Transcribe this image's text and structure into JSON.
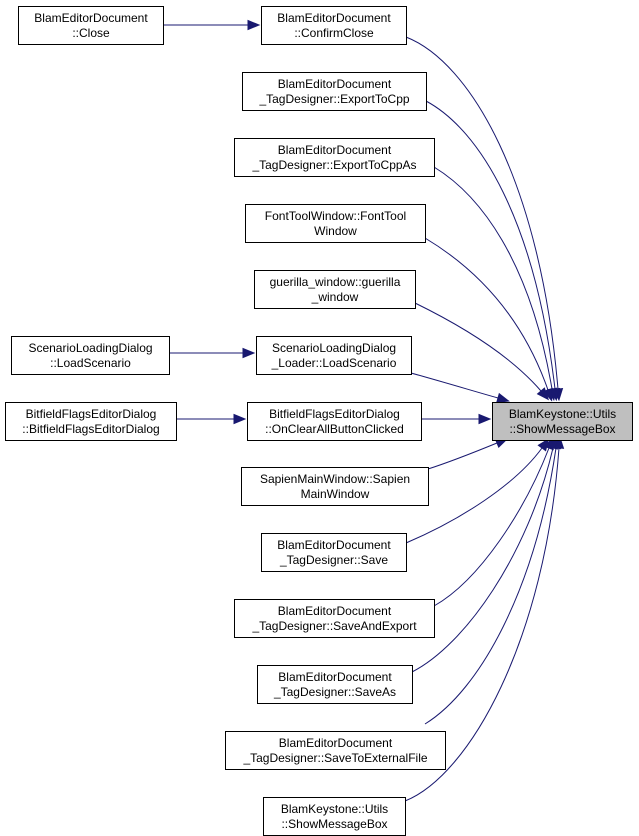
{
  "colors": {
    "node_fill": "#ffffff",
    "focus_fill": "#bfbfbf",
    "node_border": "#000000",
    "edge": "#191970"
  },
  "nodes": [
    {
      "id": "close",
      "lines": [
        "BlamEditorDocument",
        "::Close"
      ],
      "link": true
    },
    {
      "id": "confirm-close",
      "lines": [
        "BlamEditorDocument",
        "::ConfirmClose"
      ],
      "link": true
    },
    {
      "id": "export-to-cpp",
      "lines": [
        "BlamEditorDocument",
        "_TagDesigner::ExportToCpp"
      ],
      "link": true
    },
    {
      "id": "export-to-cpp-as",
      "lines": [
        "BlamEditorDocument",
        "_TagDesigner::ExportToCppAs"
      ],
      "link": true
    },
    {
      "id": "font-tool-window",
      "lines": [
        "FontToolWindow::FontTool",
        "Window"
      ],
      "link": true
    },
    {
      "id": "guerilla-window",
      "lines": [
        "guerilla_window::guerilla",
        "_window"
      ],
      "link": true
    },
    {
      "id": "scenario-dialog-load",
      "lines": [
        "ScenarioLoadingDialog",
        "::LoadScenario"
      ],
      "link": true
    },
    {
      "id": "scenario-loader-load",
      "lines": [
        "ScenarioLoadingDialog",
        "_Loader::LoadScenario"
      ],
      "link": true
    },
    {
      "id": "bitfield-ctor",
      "lines": [
        "BitfieldFlagsEditorDialog",
        "::BitfieldFlagsEditorDialog"
      ],
      "link": true
    },
    {
      "id": "bitfield-clear-all",
      "lines": [
        "BitfieldFlagsEditorDialog",
        "::OnClearAllButtonClicked"
      ],
      "link": true
    },
    {
      "id": "show-message-box-focus",
      "lines": [
        "BlamKeystone::Utils",
        "::ShowMessageBox"
      ],
      "link": false
    },
    {
      "id": "sapien-main-window",
      "lines": [
        "SapienMainWindow::Sapien",
        "MainWindow"
      ],
      "link": true
    },
    {
      "id": "save",
      "lines": [
        "BlamEditorDocument",
        "_TagDesigner::Save"
      ],
      "link": true
    },
    {
      "id": "save-and-export",
      "lines": [
        "BlamEditorDocument",
        "_TagDesigner::SaveAndExport"
      ],
      "link": true
    },
    {
      "id": "save-as",
      "lines": [
        "BlamEditorDocument",
        "_TagDesigner::SaveAs"
      ],
      "link": true
    },
    {
      "id": "save-to-external-file",
      "lines": [
        "BlamEditorDocument",
        "_TagDesigner::SaveToExternalFile"
      ],
      "link": true
    },
    {
      "id": "show-message-box-overload",
      "lines": [
        "BlamKeystone::Utils",
        "::ShowMessageBox"
      ],
      "link": true
    }
  ],
  "edges": [
    {
      "from": "close",
      "to": "confirm-close"
    },
    {
      "from": "confirm-close",
      "to": "show-message-box-focus"
    },
    {
      "from": "export-to-cpp",
      "to": "show-message-box-focus"
    },
    {
      "from": "export-to-cpp-as",
      "to": "show-message-box-focus"
    },
    {
      "from": "font-tool-window",
      "to": "show-message-box-focus"
    },
    {
      "from": "guerilla-window",
      "to": "show-message-box-focus"
    },
    {
      "from": "scenario-dialog-load",
      "to": "scenario-loader-load"
    },
    {
      "from": "scenario-loader-load",
      "to": "show-message-box-focus"
    },
    {
      "from": "bitfield-ctor",
      "to": "bitfield-clear-all"
    },
    {
      "from": "bitfield-clear-all",
      "to": "show-message-box-focus"
    },
    {
      "from": "sapien-main-window",
      "to": "show-message-box-focus"
    },
    {
      "from": "save",
      "to": "show-message-box-focus"
    },
    {
      "from": "save-and-export",
      "to": "show-message-box-focus"
    },
    {
      "from": "save-as",
      "to": "show-message-box-focus"
    },
    {
      "from": "save-to-external-file",
      "to": "show-message-box-focus"
    },
    {
      "from": "show-message-box-overload",
      "to": "show-message-box-focus"
    }
  ]
}
